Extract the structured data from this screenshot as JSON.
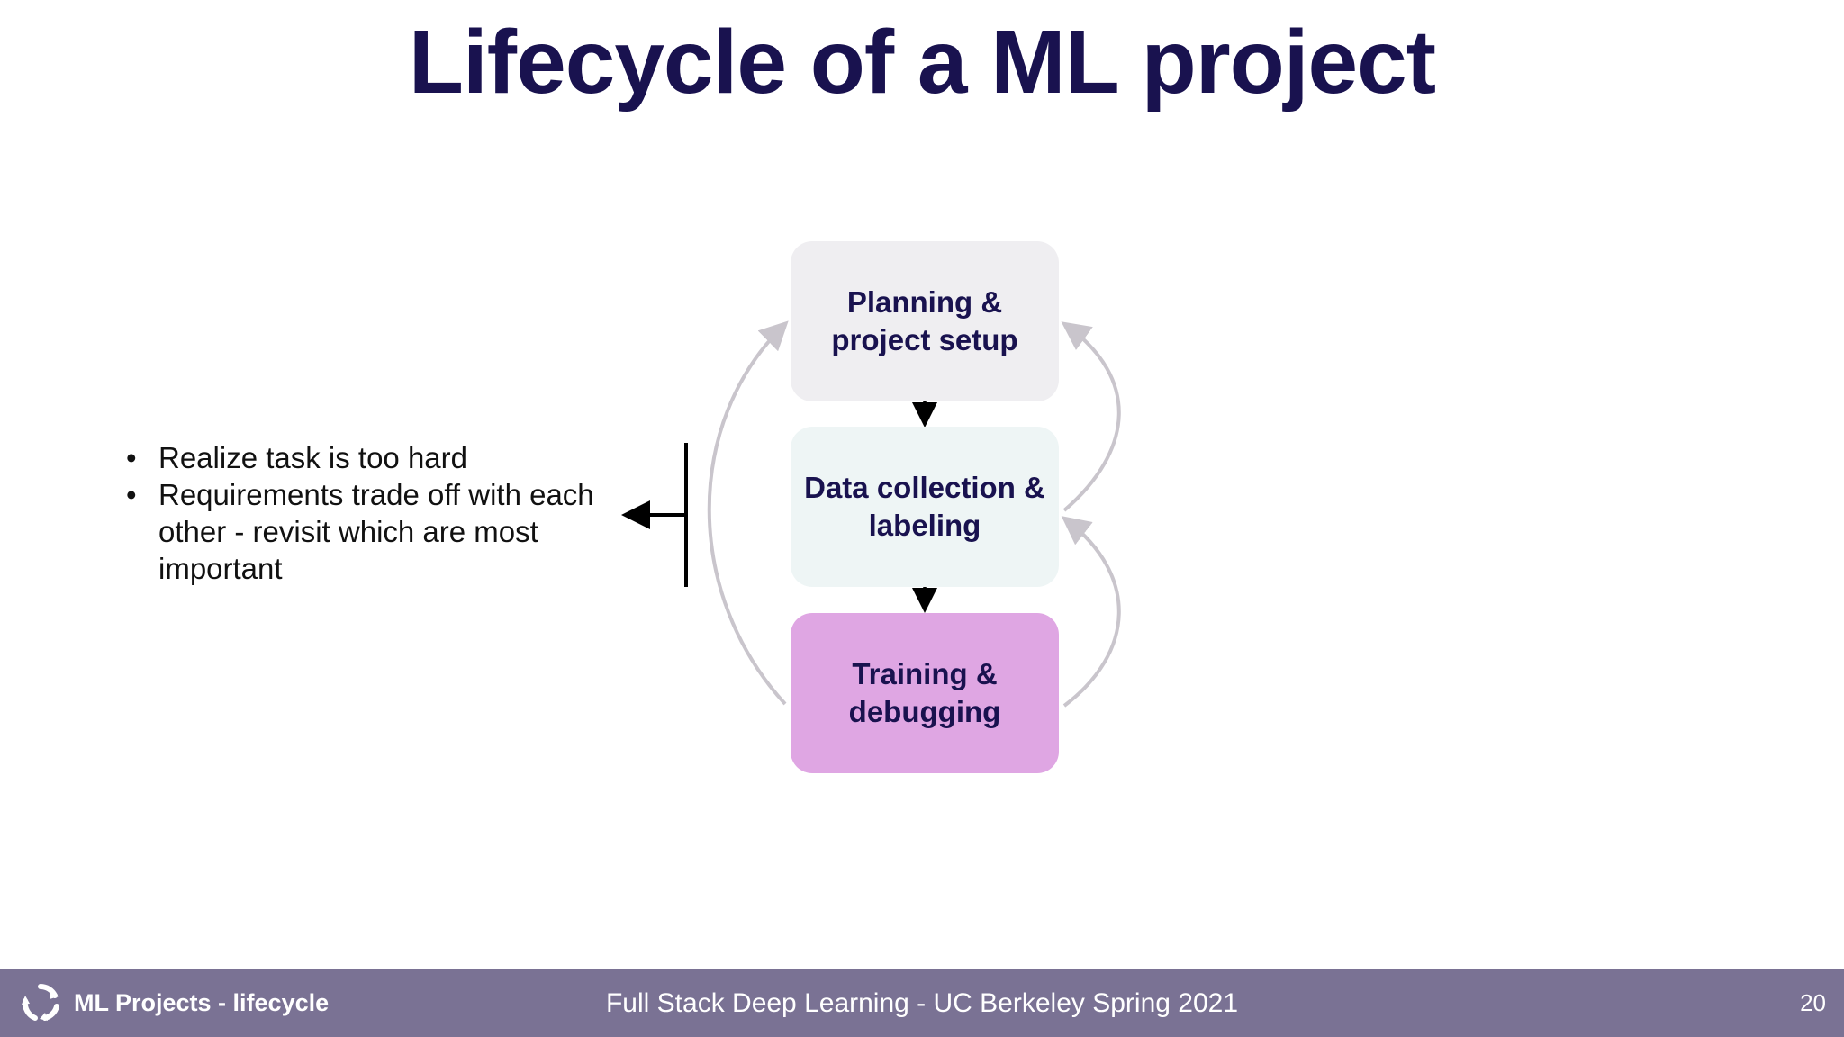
{
  "slide": {
    "title": "Lifecycle of a ML project"
  },
  "diagram": {
    "stages": [
      {
        "label": "Planning &\nproject setup"
      },
      {
        "label": "Data collection &\nlabeling"
      },
      {
        "label": "Training &\ndebugging"
      }
    ]
  },
  "notes": {
    "bullets": [
      "Realize task is too hard",
      "Requirements trade off with each other - revisit which are most important"
    ]
  },
  "footer": {
    "section": "ML Projects - lifecycle",
    "course": "Full Stack Deep Learning - UC Berkeley Spring 2021",
    "page_number": "20",
    "logo_icon": "cycle-arrows-icon"
  },
  "colors": {
    "title": "#19124f",
    "planning_box": "#efeef1",
    "data_box": "#eef5f5",
    "training_box": "#dfa6e3",
    "feedback_arrow": "#c9c5cc",
    "footer_bar": "#7a7294"
  }
}
